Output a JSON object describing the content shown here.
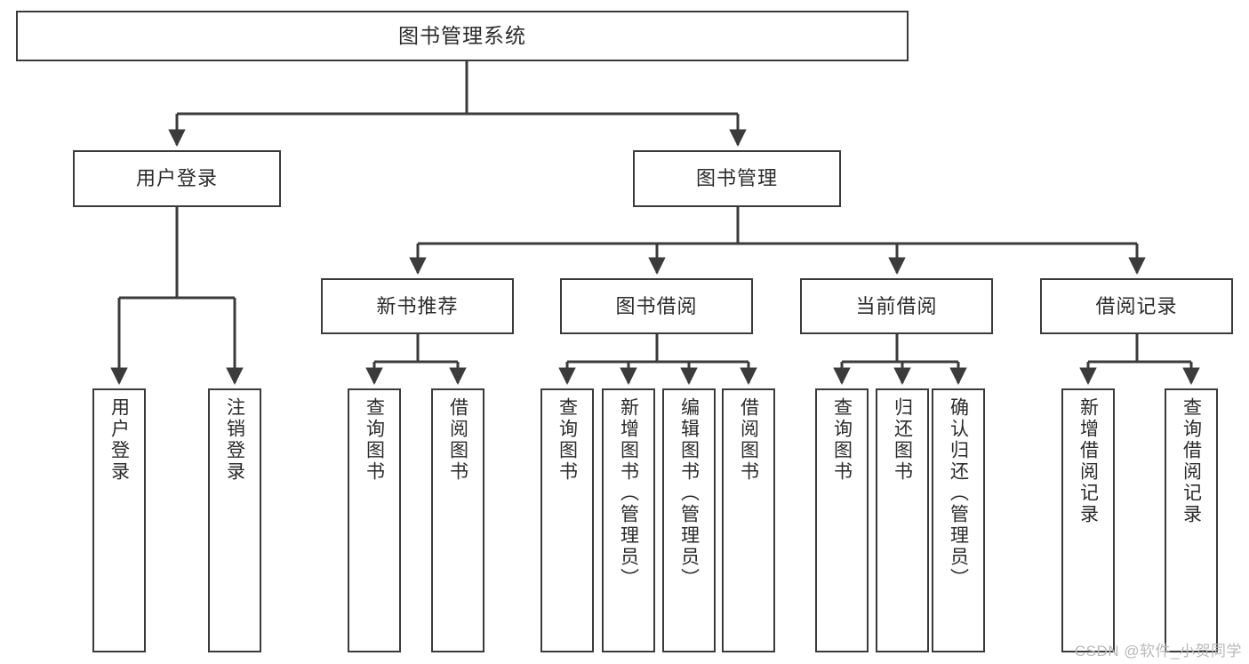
{
  "diagram": {
    "title": "图书管理系统",
    "type": "tree-hierarchy-chart",
    "background_color": "#ffffff",
    "line_color": "#3b3b3b",
    "box_fill_color": "#ffffff",
    "box_border_color": "#3b3b3b",
    "text_color": "#2b2b2b"
  },
  "nodes": {
    "root": {
      "label": "图书管理系统"
    },
    "level2": [
      {
        "id": "user-login",
        "label": "用户登录"
      },
      {
        "id": "book-management",
        "label": "图书管理"
      }
    ],
    "level3": [
      {
        "id": "new-book-recommend",
        "label": "新书推荐"
      },
      {
        "id": "book-borrow",
        "label": "图书借阅"
      },
      {
        "id": "current-borrow",
        "label": "当前借阅"
      },
      {
        "id": "borrow-record",
        "label": "借阅记录"
      }
    ],
    "leaves": {
      "user_login": [
        {
          "id": "leaf-user-login",
          "label": "用户登录"
        },
        {
          "id": "leaf-logout-login",
          "label": "注销登录"
        }
      ],
      "new_book_recommend": [
        {
          "id": "leaf-query-book-1",
          "label": "查询图书"
        },
        {
          "id": "leaf-borrow-book-1",
          "label": "借阅图书"
        }
      ],
      "book_borrow": [
        {
          "id": "leaf-query-book-2",
          "label": "查询图书"
        },
        {
          "id": "leaf-add-book",
          "label": "新增图书（管理员）"
        },
        {
          "id": "leaf-edit-book",
          "label": "编辑图书（管理员）"
        },
        {
          "id": "leaf-borrow-book-2",
          "label": "借阅图书"
        }
      ],
      "current_borrow": [
        {
          "id": "leaf-query-book-3",
          "label": "查询图书"
        },
        {
          "id": "leaf-return-book",
          "label": "归还图书"
        },
        {
          "id": "leaf-confirm-return",
          "label": "确认归还（管理员）"
        }
      ],
      "borrow_record": [
        {
          "id": "leaf-add-record",
          "label": "新增借阅记录"
        },
        {
          "id": "leaf-query-record",
          "label": "查询借阅记录"
        }
      ]
    }
  },
  "watermark": {
    "text": "CSDN @软件_小贺同学"
  }
}
